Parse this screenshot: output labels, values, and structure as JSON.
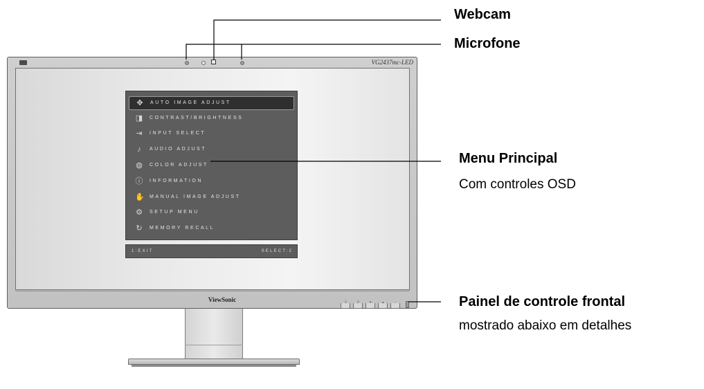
{
  "monitor": {
    "model_label": "VG2437mc-LED",
    "brand_label": "ViewSonic"
  },
  "osd": {
    "items": [
      {
        "label": "AUTO IMAGE ADJUST",
        "icon": "auto-adjust-icon",
        "selected": true
      },
      {
        "label": "CONTRAST/BRIGHTNESS",
        "icon": "contrast-icon",
        "selected": false
      },
      {
        "label": "INPUT SELECT",
        "icon": "input-icon",
        "selected": false
      },
      {
        "label": "AUDIO ADJUST",
        "icon": "audio-icon",
        "selected": false
      },
      {
        "label": "COLOR ADJUST",
        "icon": "color-icon",
        "selected": false
      },
      {
        "label": "INFORMATION",
        "icon": "info-icon",
        "selected": false
      },
      {
        "label": "MANUAL IMAGE ADJUST",
        "icon": "manual-adjust-icon",
        "selected": false
      },
      {
        "label": "SETUP MENU",
        "icon": "setup-icon",
        "selected": false
      },
      {
        "label": "MEMORY RECALL",
        "icon": "memory-recall-icon",
        "selected": false
      }
    ],
    "footer_left": "1:EXIT",
    "footer_right": "SELECT:2"
  },
  "callouts": {
    "webcam": "Webcam",
    "microphone": "Microfone",
    "main_menu_title": "Menu Principal",
    "main_menu_sub": "Com controles OSD",
    "front_panel_title": "Painel de controle frontal",
    "front_panel_sub": "mostrado abaixo em detalhes"
  }
}
